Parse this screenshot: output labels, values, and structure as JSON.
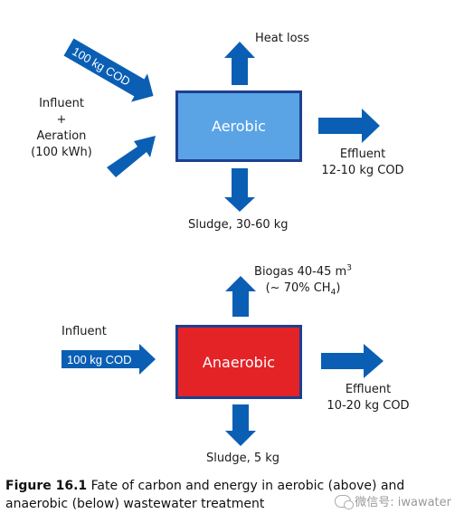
{
  "top": {
    "process_label": "Aerobic",
    "process_color": "#5aa4e6",
    "input_arrow_label": "100 kg COD",
    "influent_label": "Influent",
    "plus_label": "+",
    "aeration_label": "Aeration",
    "aeration_value": "(100 kWh)",
    "heat_label": "Heat loss",
    "effluent_label": "Effluent",
    "effluent_value": "12-10 kg COD",
    "sludge_label": "Sludge, 30-60 kg"
  },
  "bottom": {
    "process_label": "Anaerobic",
    "process_color": "#e42326",
    "influent_label": "Influent",
    "input_arrow_label": "100 kg COD",
    "biogas_label_prefix": "Biogas 40-45 m",
    "biogas_unit_sup": "3",
    "biogas_comp_prefix": "(~ 70% CH",
    "biogas_comp_sub": "4",
    "biogas_comp_suffix": ")",
    "effluent_label": "Effluent",
    "effluent_value": "10-20 kg COD",
    "sludge_label": "Sludge, 5 kg"
  },
  "caption": {
    "figure_label": "Figure 16.1",
    "text": "Fate of carbon and energy in aerobic (above) and anaerobic (below) wastewater treatment"
  },
  "watermark": {
    "text": "微信号: iwawater",
    "icon": "wechat-icon"
  },
  "colors": {
    "arrow": "#0a5fb4",
    "box_border": "#1e3f8f"
  }
}
